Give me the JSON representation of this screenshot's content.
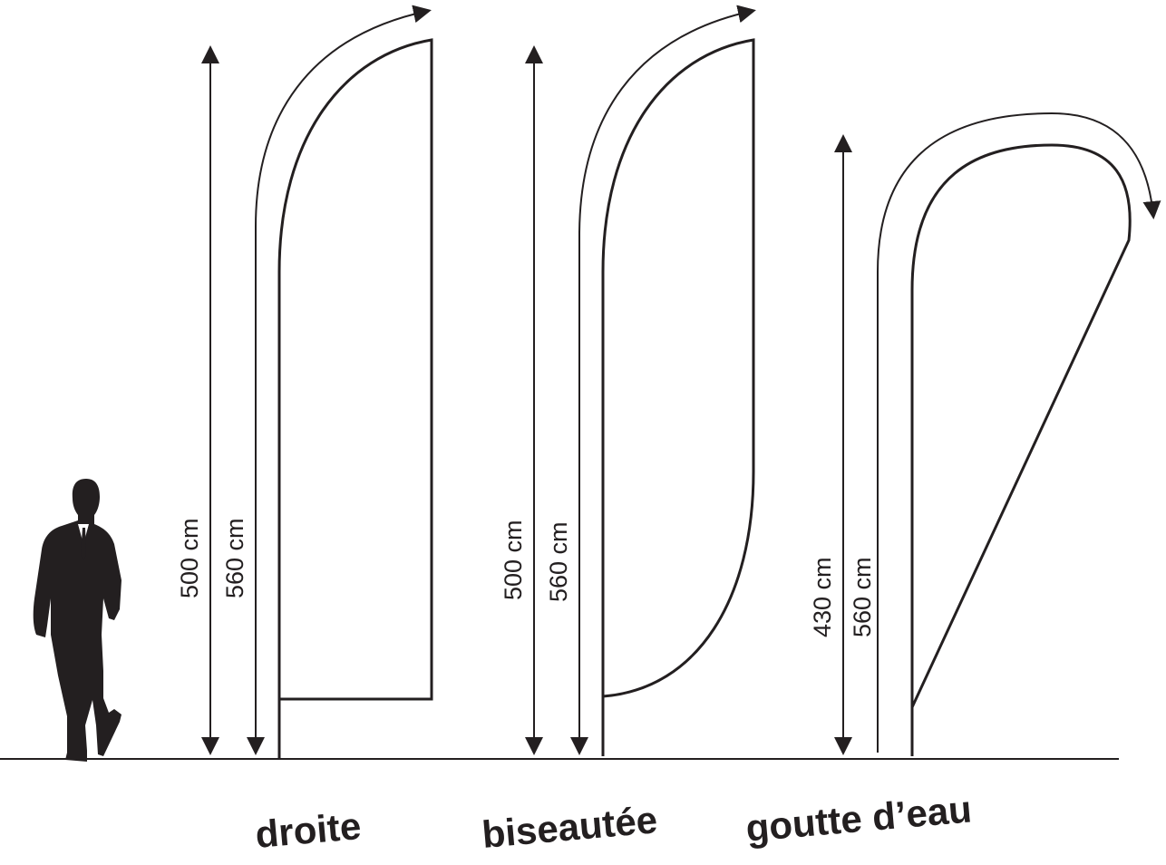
{
  "flags": [
    {
      "id": "droite",
      "name": "droite",
      "flag_height": "500 cm",
      "total_height": "560 cm"
    },
    {
      "id": "biseautee",
      "name": "biseautée",
      "flag_height": "500 cm",
      "total_height": "560 cm"
    },
    {
      "id": "goutte",
      "name": "goutte d’eau",
      "flag_height": "430 cm",
      "total_height": "560 cm"
    }
  ],
  "colors": {
    "ink": "#231f20",
    "background": "#ffffff"
  },
  "icons": {
    "person": "person-silhouette-icon",
    "arrow": "double-headed-dimension-arrow"
  }
}
